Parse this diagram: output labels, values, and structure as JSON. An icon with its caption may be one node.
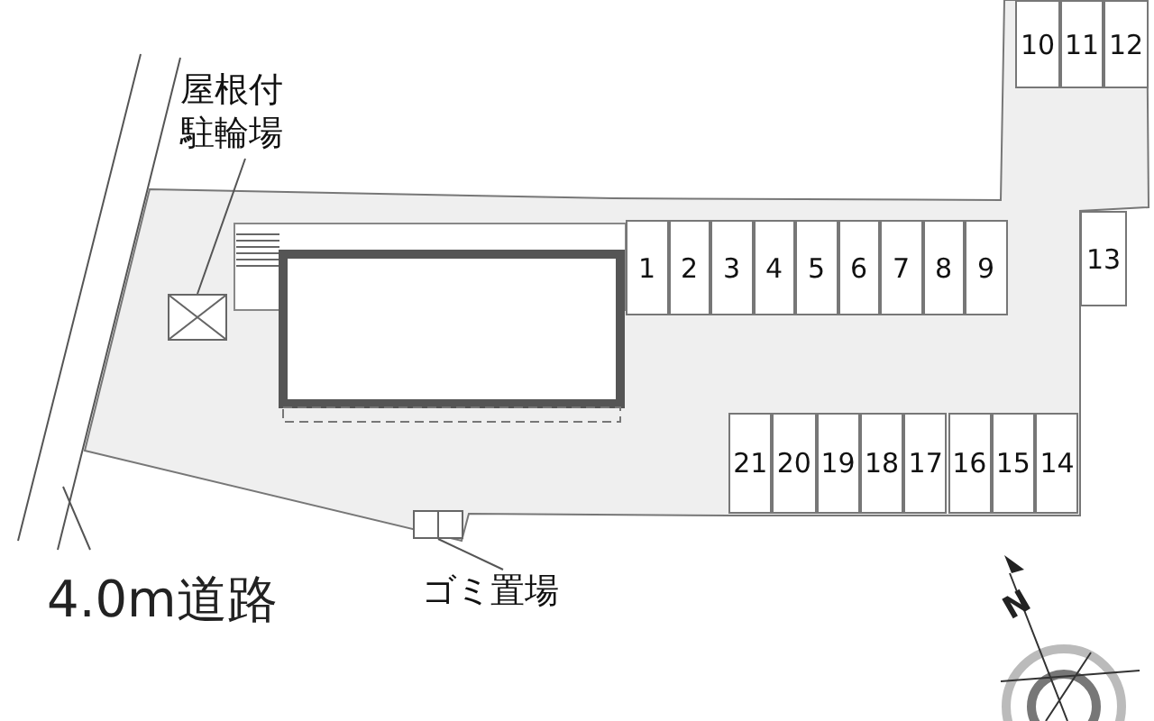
{
  "diagram": {
    "nodes": [
      {
        "text": [
          "屋根付駐輪場"
        ]
      },
      {
        "text": [
          "10"
        ]
      },
      {
        "text": [
          "11"
        ]
      },
      {
        "text": [
          "12"
        ]
      },
      {
        "text": [],
        "shape": "box"
      },
      {
        "text": [
          "1"
        ]
      },
      {
        "text": [
          "2"
        ]
      },
      {
        "text": [
          "3"
        ]
      },
      {
        "text": [
          "4"
        ]
      },
      {
        "text": [
          "5"
        ]
      },
      {
        "text": [
          "6"
        ]
      },
      {
        "text": [
          "7"
        ]
      },
      {
        "text": [
          "8"
        ]
      },
      {
        "text": [
          "9"
        ]
      },
      {
        "text": [
          "13"
        ]
      },
      {
        "text": [
          "21"
        ]
      },
      {
        "text": [
          "20"
        ]
      },
      {
        "text": [
          "19"
        ]
      },
      {
        "text": [
          "18"
        ]
      },
      {
        "text": [
          "17"
        ]
      },
      {
        "text": [
          "16"
        ]
      },
      {
        "text": [
          "15"
        ]
      },
      {
        "text": [
          "14"
        ]
      },
      {
        "text": [],
        "shape": "box"
      },
      {
        "text": [
          "ゴミ置場"
        ]
      }
    ],
    "edges": [
      {
        "from": 0,
        "to": 4,
        "arrow": "none"
      },
      {
        "from": 24,
        "to": 23,
        "arrow": "none"
      }
    ],
    "labels": [
      "4.0m道路",
      "N"
    ]
  }
}
